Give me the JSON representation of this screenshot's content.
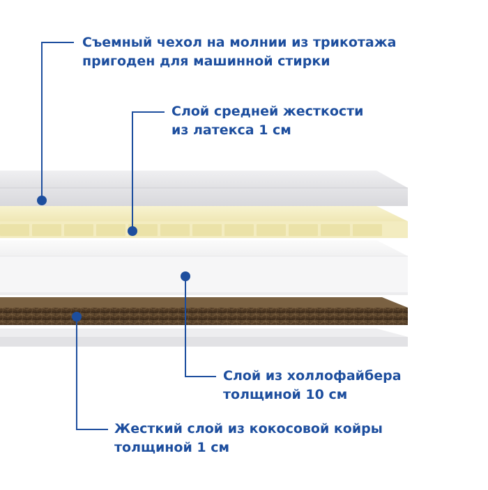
{
  "colors": {
    "accent": "#1d4e9e",
    "cover": "#eaeaec",
    "latex": "#f5efc4",
    "holofiber": "#f9f9f9",
    "coir": "#5a4330"
  },
  "callouts": {
    "cover": {
      "line1": "Съемный чехол на молнии из трикотажа",
      "line2": "пригоден для машинной стирки"
    },
    "latex": {
      "line1": "Слой средней жесткости",
      "line2": "из латекса 1 см"
    },
    "holofiber": {
      "line1": "Слой из холлофайбера",
      "line2": "толщиной 10 см"
    },
    "coir": {
      "line1": "Жесткий слой из кокосовой койры",
      "line2": "толщиной 1 см"
    }
  }
}
